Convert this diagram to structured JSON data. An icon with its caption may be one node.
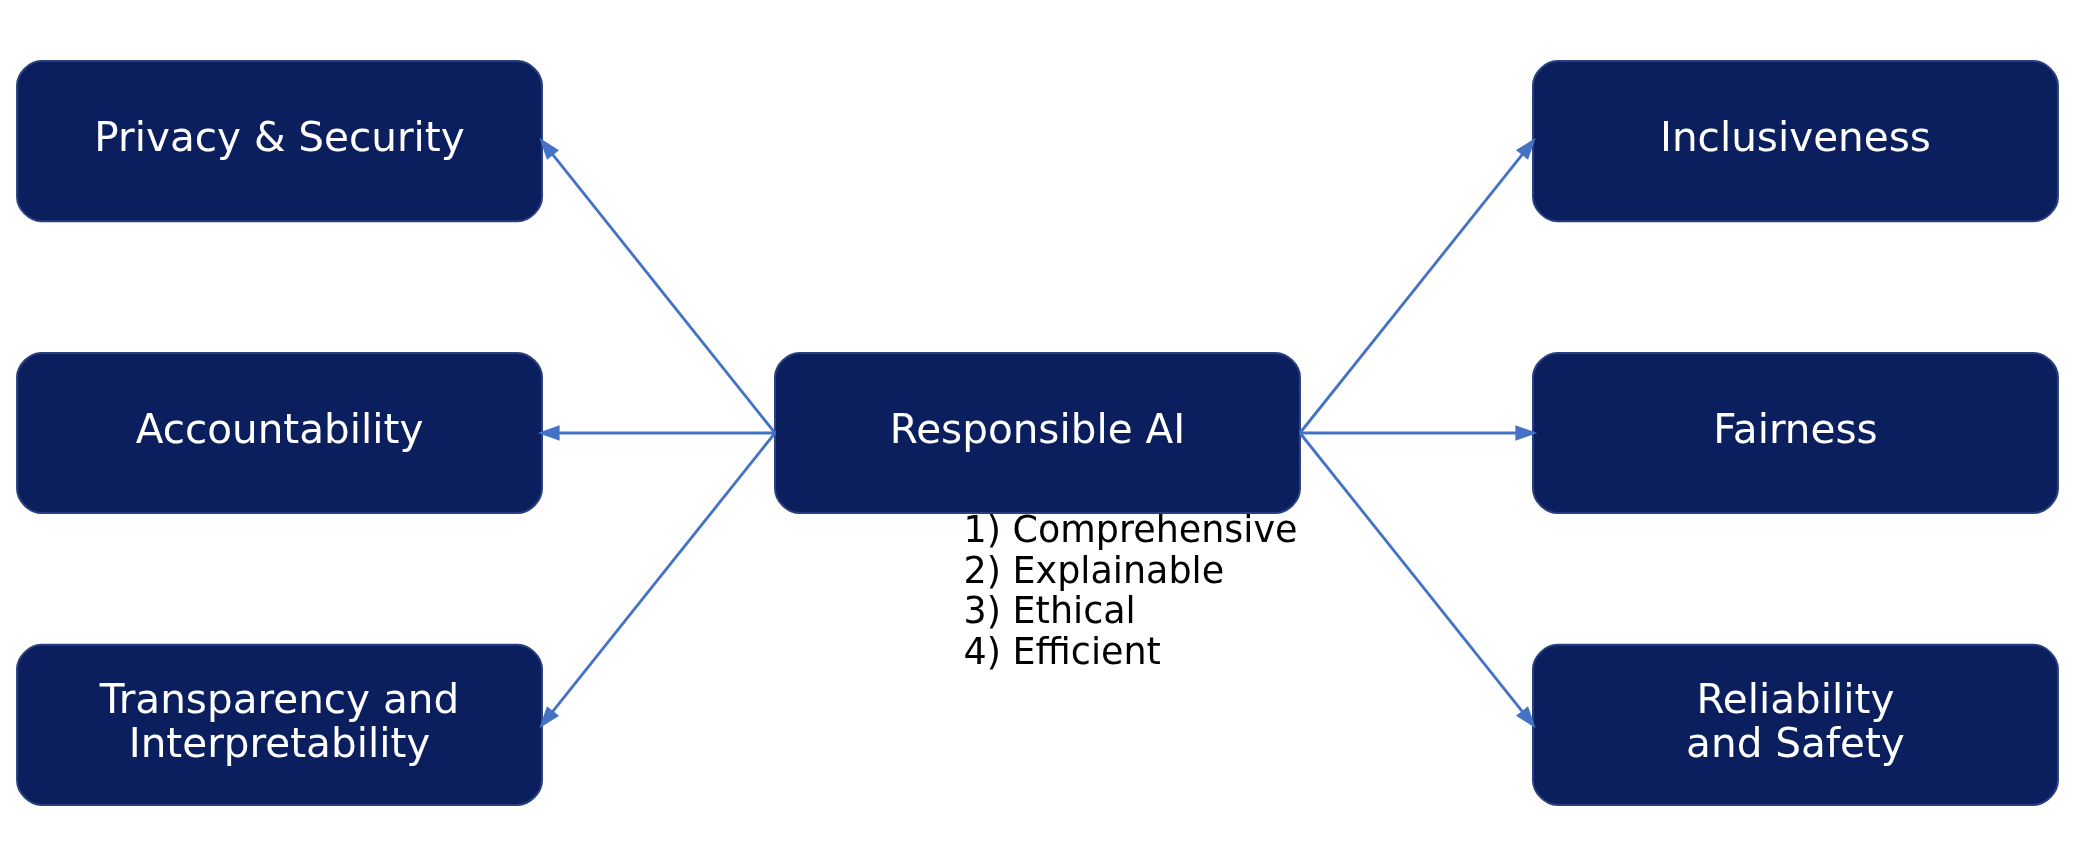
{
  "diagram": {
    "nodes": [
      {
        "text": [
          "Privacy & Security"
        ]
      },
      {
        "text": [
          "Inclusiveness"
        ]
      },
      {
        "text": [
          "Accountability"
        ]
      },
      {
        "text": [
          "Responsible AI"
        ],
        "beside": [
          "1) Comprehensive",
          "2) Explainable",
          "3) Ethical",
          "4) Efficient"
        ]
      },
      {
        "text": [
          "Fairness"
        ]
      },
      {
        "text": [
          "Transparency and Interpretability"
        ]
      },
      {
        "text": [
          "Reliability and Safety"
        ]
      }
    ],
    "edges": [
      {
        "from": 3,
        "to": 0,
        "arrow": "to"
      },
      {
        "from": 3,
        "to": 2,
        "arrow": "to"
      },
      {
        "from": 3,
        "to": 5,
        "arrow": "to"
      },
      {
        "from": 3,
        "to": 1,
        "arrow": "to"
      },
      {
        "from": 3,
        "to": 4,
        "arrow": "to"
      },
      {
        "from": 3,
        "to": 6,
        "arrow": "to"
      }
    ]
  }
}
